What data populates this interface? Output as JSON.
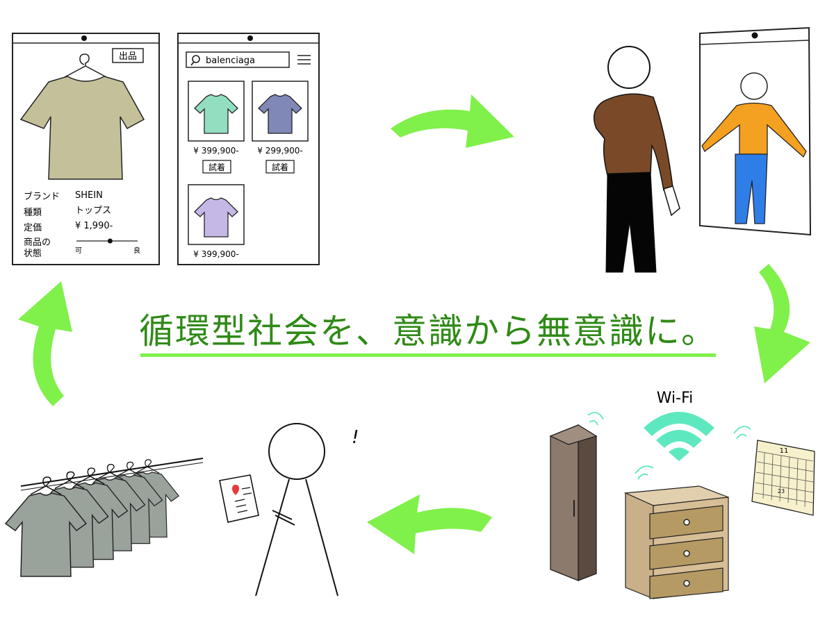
{
  "slogan": "循環型社会を、意識から無意識に。",
  "colors": {
    "accent_green": "#80f04a",
    "slogan_green": "#2f8a17",
    "wifi": "#5ee8bf"
  },
  "sell_screen": {
    "button": "出品",
    "fields": [
      {
        "label": "ブランド",
        "value": "SHEIN"
      },
      {
        "label": "種類",
        "value": "トップス"
      },
      {
        "label": "定価",
        "value": "¥ 1,990-"
      }
    ],
    "condition_label_1": "商品の",
    "condition_label_2": "状態",
    "condition_low": "可",
    "condition_high": "良",
    "condition_level": 0.55,
    "shirt_color": "#c4c09a"
  },
  "shop_screen": {
    "search_query": "balenciaga",
    "items": [
      {
        "price": "¥ 399,900-",
        "button": "試着",
        "color": "#93dec0"
      },
      {
        "price": "¥ 299,900-",
        "button": "試着",
        "color": "#7f88b6"
      },
      {
        "price": "¥ 399,900-",
        "button": "",
        "color": "#c6b8e6"
      }
    ]
  },
  "wifi_label": "Wi-Fi",
  "calendar": {
    "month": "11",
    "day": "23"
  },
  "icons": [
    "hanger-icon",
    "search-icon",
    "menu-icon",
    "camera-icon",
    "wifi-icon",
    "location-pin-icon",
    "exclamation-icon",
    "cycle-arrow-icon"
  ]
}
